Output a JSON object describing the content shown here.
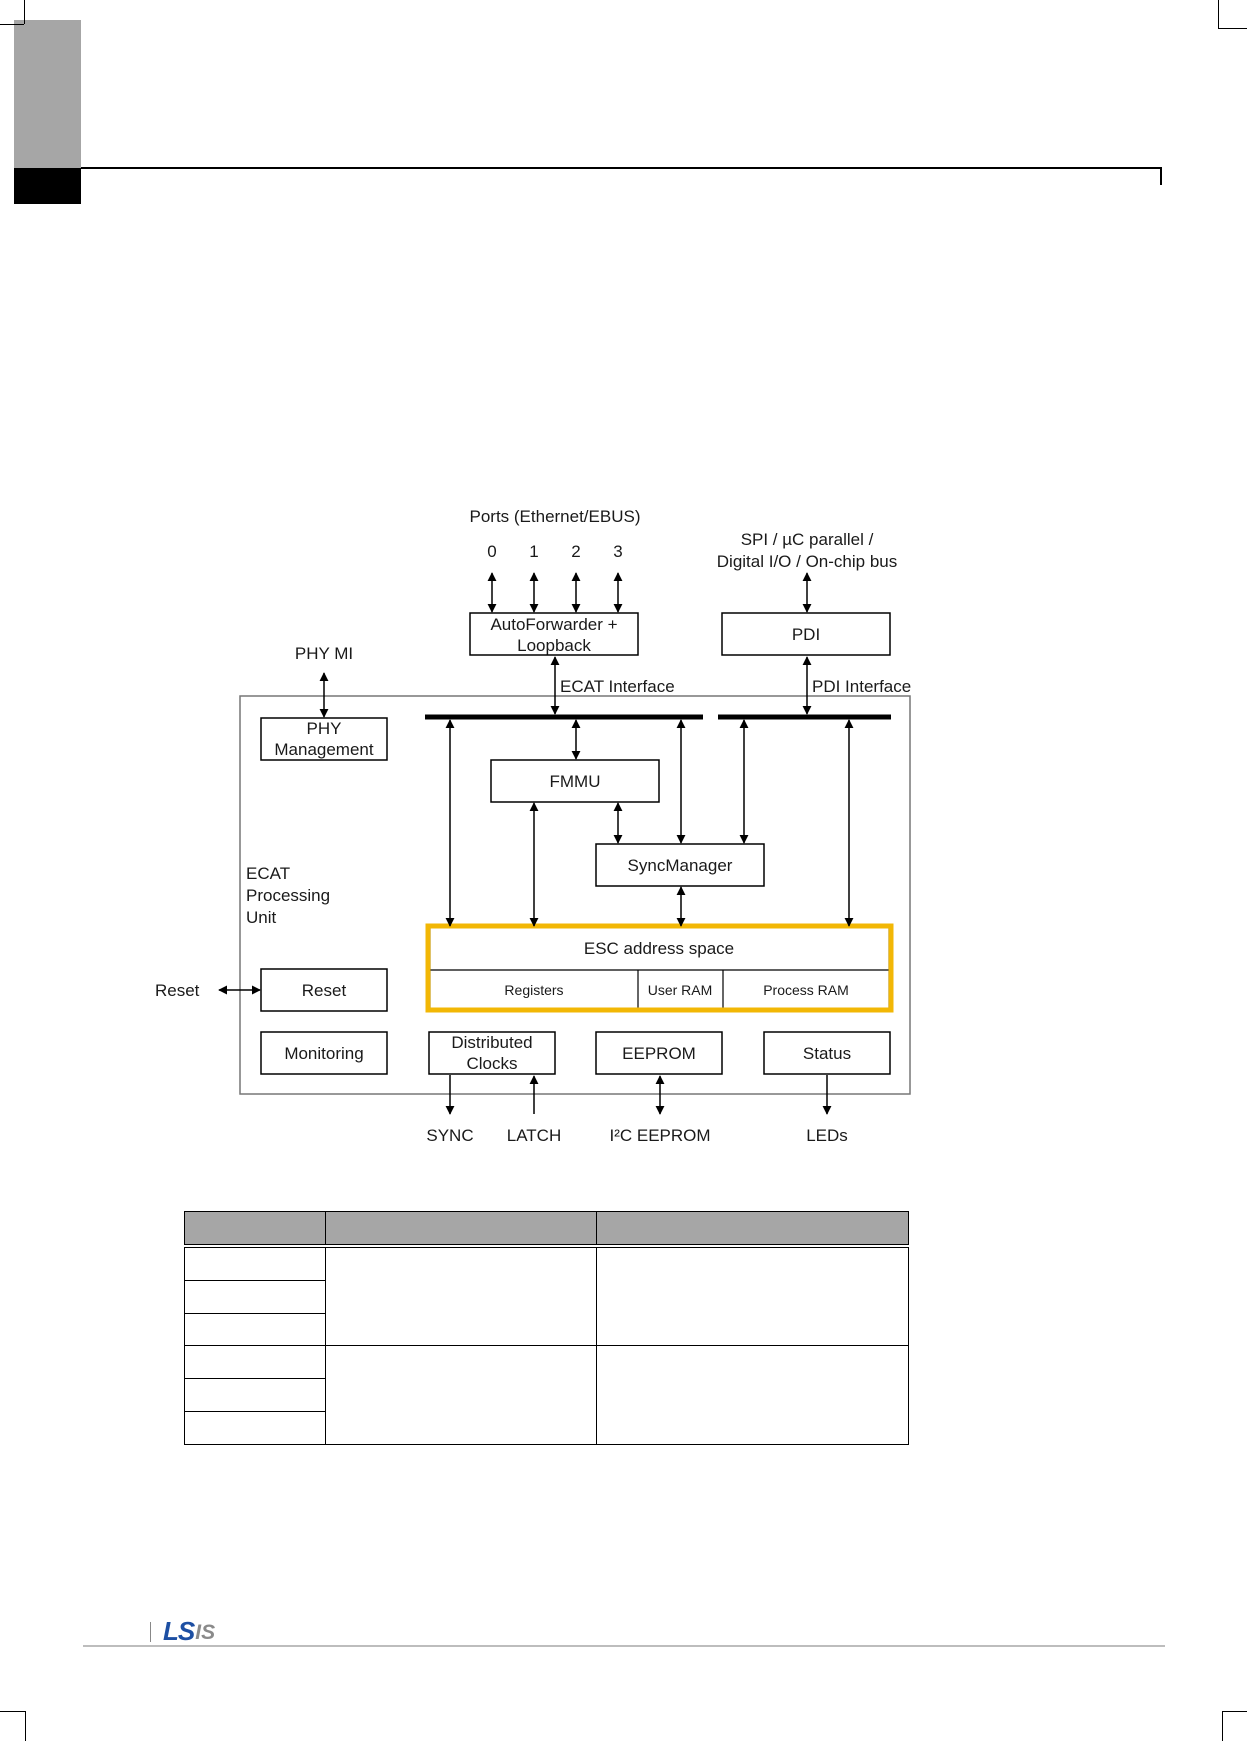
{
  "colors": {
    "highlight": "#f2b705",
    "table_header": "#a6a6a6",
    "logo_blue": "#1d4fa3",
    "logo_grey": "#8a8a8a"
  },
  "diagram": {
    "ports_title": "Ports (Ethernet/EBUS)",
    "port_numbers": [
      "0",
      "1",
      "2",
      "3"
    ],
    "pdi_bus_line1": "SPI / µC parallel /",
    "pdi_bus_line2": "Digital I/O / On-chip bus",
    "autoforwarder_line1": "AutoForwarder +",
    "autoforwarder_line2": "Loopback",
    "pdi": "PDI",
    "phy_mi": "PHY MI",
    "ecat_interface": "ECAT Interface",
    "pdi_interface": "PDI Interface",
    "phy_mgmt_line1": "PHY",
    "phy_mgmt_line2": "Management",
    "fmmu": "FMMU",
    "syncmanager": "SyncManager",
    "ecat_pu_line1": "ECAT",
    "ecat_pu_line2": "Processing",
    "ecat_pu_line3": "Unit",
    "esc_address_space": "ESC address space",
    "registers": "Registers",
    "user_ram": "User RAM",
    "process_ram": "Process RAM",
    "reset_external": "Reset",
    "reset_block": "Reset",
    "monitoring": "Monitoring",
    "dc_line1": "Distributed",
    "dc_line2": "Clocks",
    "eeprom": "EEPROM",
    "status": "Status",
    "sync": "SYNC",
    "latch": "LATCH",
    "i2c_eeprom": "I²C EEPROM",
    "leds": "LEDs"
  },
  "footer": {
    "logo_ls": "LS",
    "logo_is": "IS"
  }
}
